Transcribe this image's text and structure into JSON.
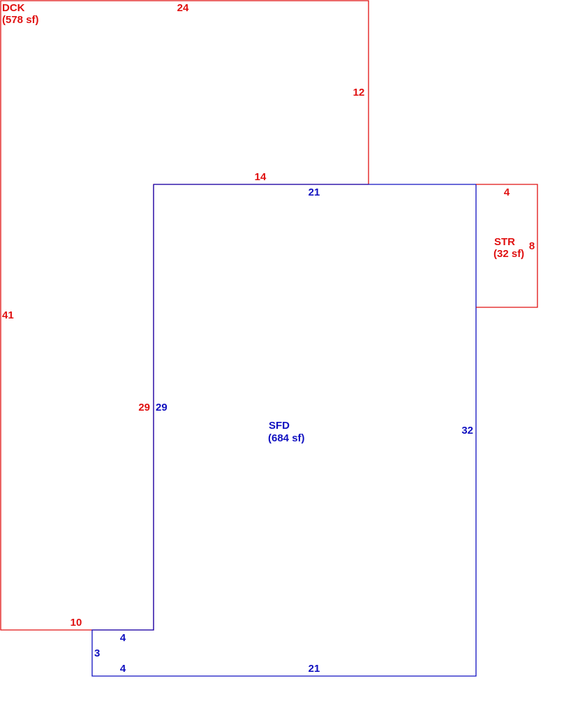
{
  "colors": {
    "dck": "#e01010",
    "sfd": "#1010c0",
    "str": "#e01010"
  },
  "areas": {
    "dck": {
      "code": "DCK",
      "size": "(578 sf)"
    },
    "sfd": {
      "code": "SFD",
      "size": "(684 sf)"
    },
    "str": {
      "code": "STR",
      "size": "(32 sf)"
    }
  },
  "dims": {
    "dck_top": "24",
    "dck_right_upper": "12",
    "dck_inner_top": "14",
    "dck_left": "41",
    "dck_inner_left": "29",
    "dck_bottom": "10",
    "sfd_top": "21",
    "sfd_right": "32",
    "sfd_left": "29",
    "sfd_notch_top": "4",
    "sfd_notch_left": "3",
    "sfd_bottom_left": "4",
    "sfd_bottom": "21",
    "str_top": "4",
    "str_right": "8"
  }
}
